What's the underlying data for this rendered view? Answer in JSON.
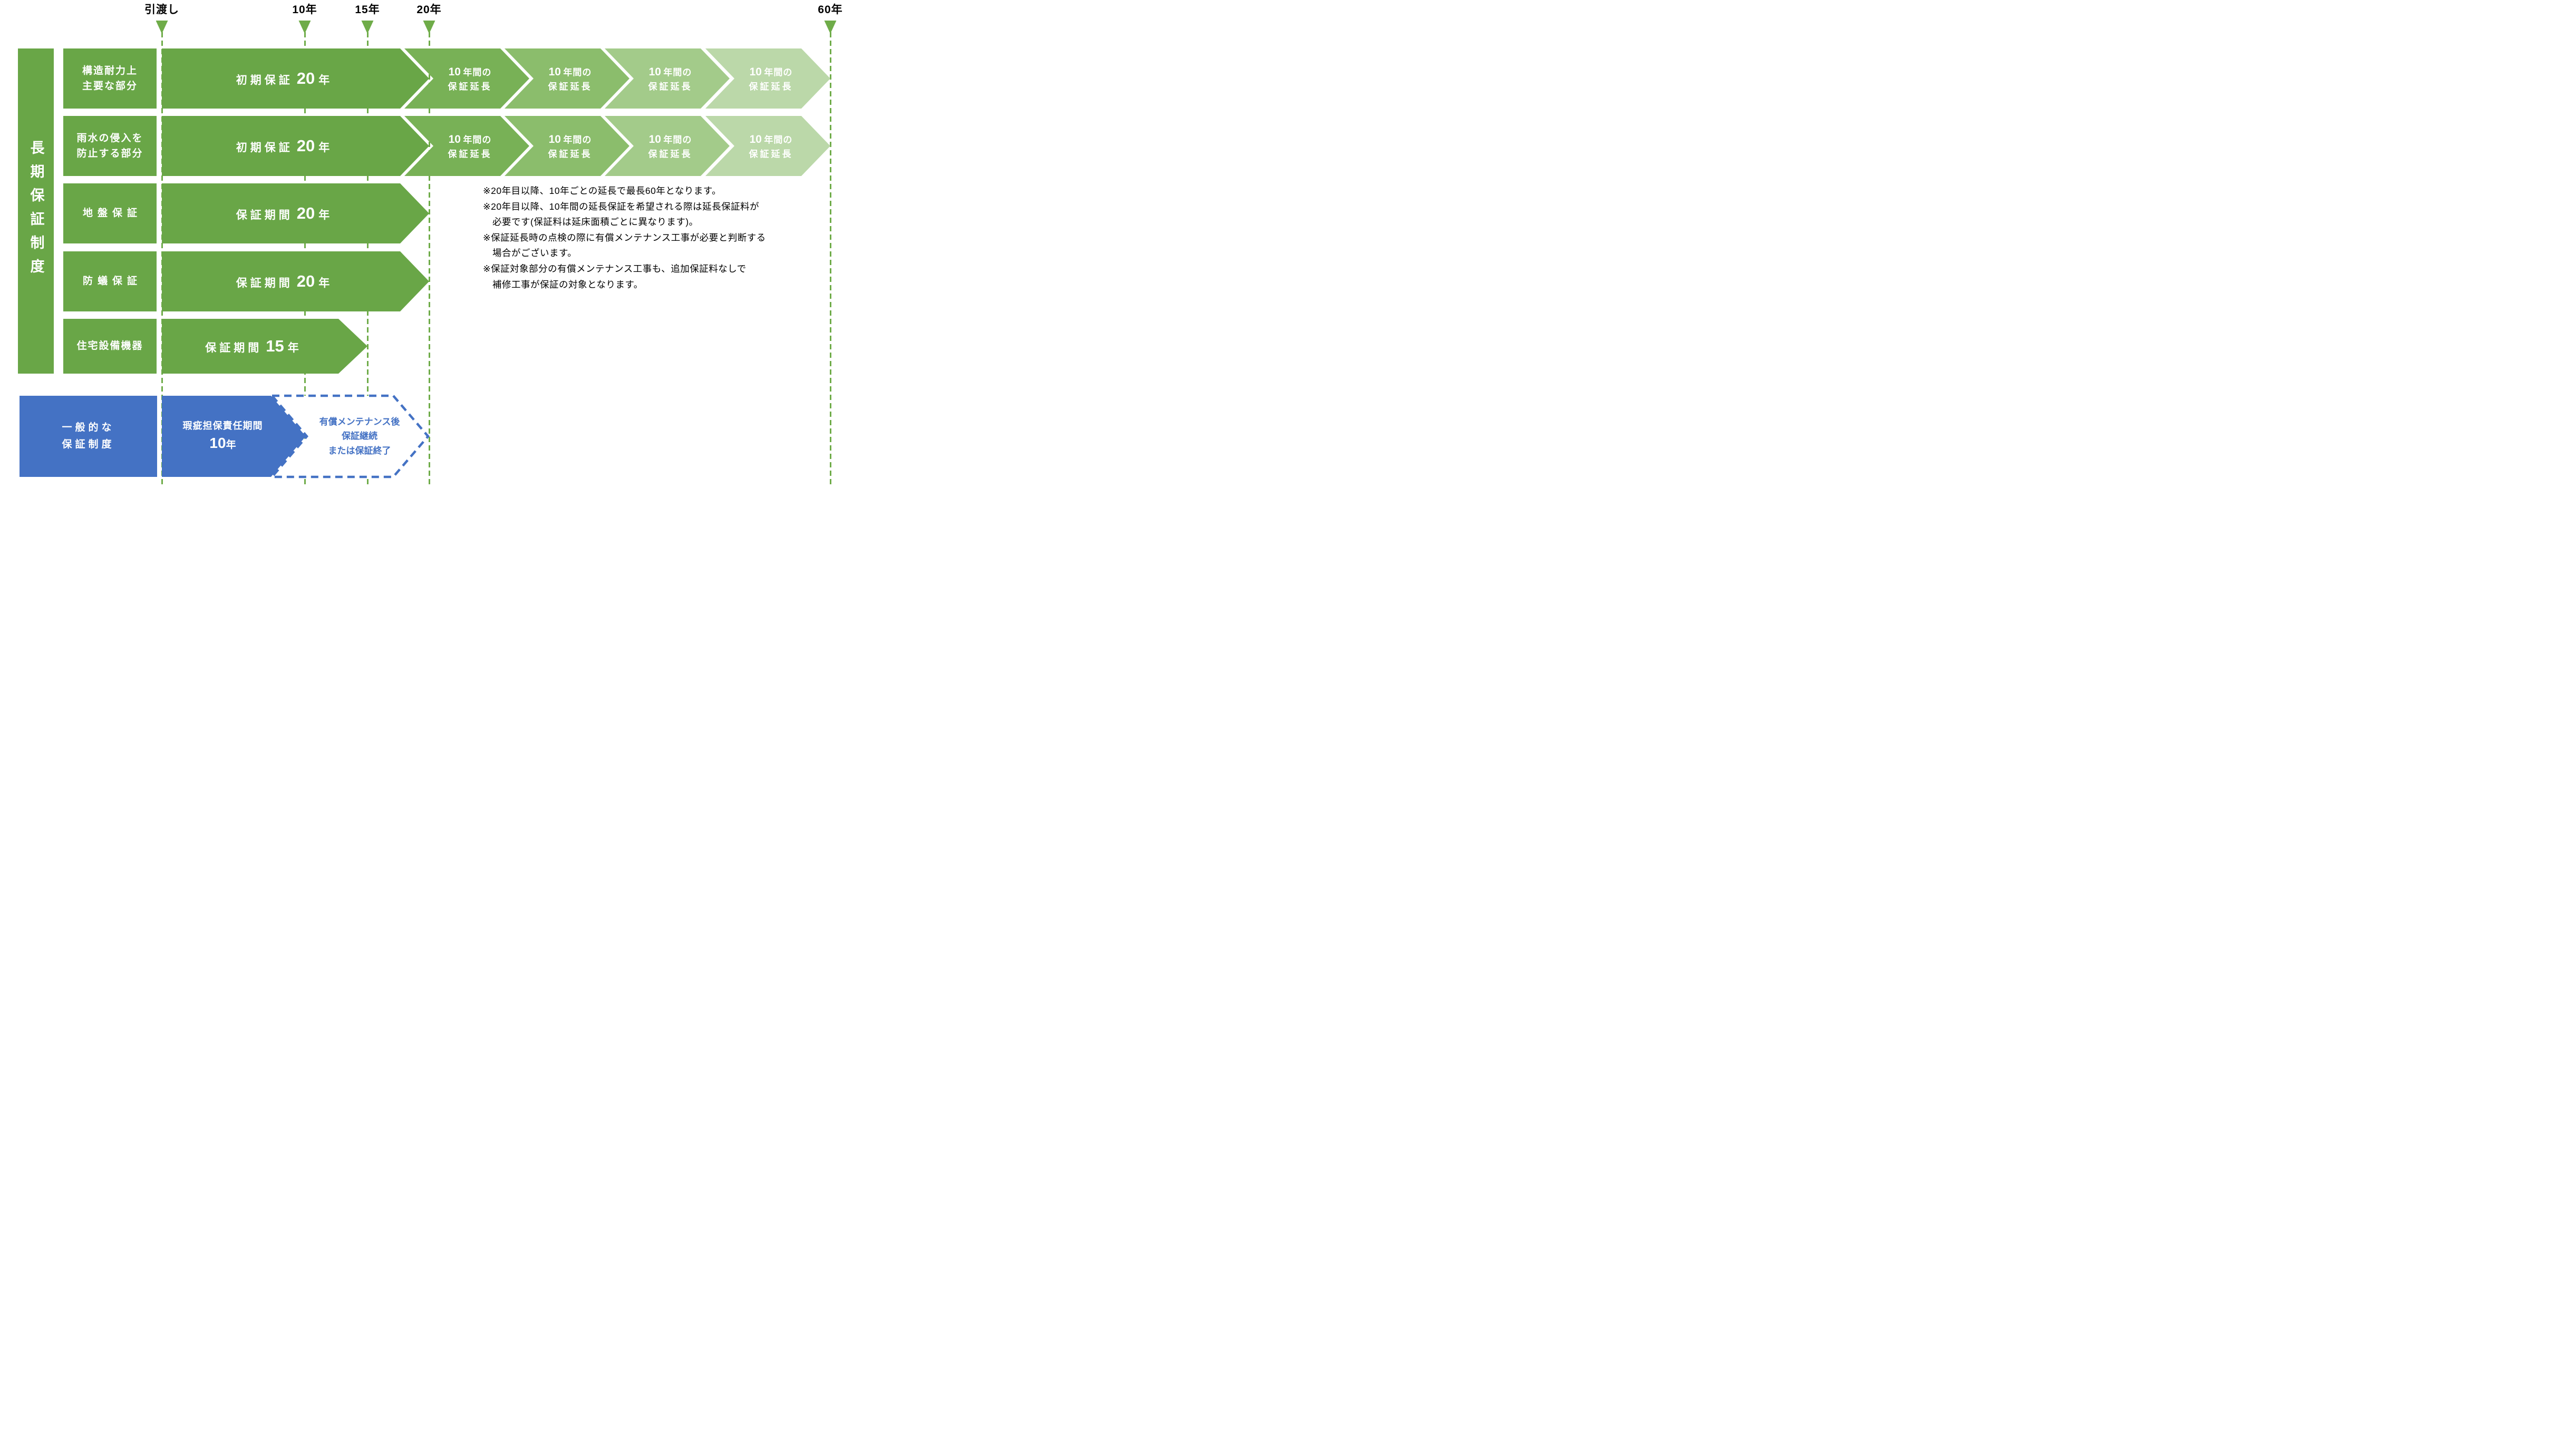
{
  "title": "長期保証制度タイムライン図",
  "colors": {
    "green": "#69a647",
    "chev1": "#78b156",
    "chev2": "#8bbd6c",
    "chev3": "#a3cb8a",
    "chev4": "#bbd8a9",
    "line": "#6fac49",
    "blue": "#4472c4"
  },
  "timeline": {
    "markers": [
      {
        "id": "handover",
        "label": "引渡し"
      },
      {
        "id": "year10",
        "label": "10年"
      },
      {
        "id": "year15",
        "label": "15年"
      },
      {
        "id": "year20",
        "label": "20年"
      },
      {
        "id": "year60",
        "label": "60年"
      }
    ]
  },
  "sidebar": {
    "title": "長期保証制度"
  },
  "rows": [
    {
      "label": "構造耐力上\n主要な部分",
      "arrow": {
        "prefix": "初期保証",
        "num": "20",
        "unit": "年"
      }
    },
    {
      "label": "雨水の侵入を\n防止する部分",
      "arrow": {
        "prefix": "初期保証",
        "num": "20",
        "unit": "年"
      }
    },
    {
      "label": "地盤保証",
      "arrow": {
        "prefix": "保証期間",
        "num": "20",
        "unit": "年"
      }
    },
    {
      "label": "防蟻保証",
      "arrow": {
        "prefix": "保証期間",
        "num": "20",
        "unit": "年"
      }
    },
    {
      "label": "住宅設備機器",
      "arrow": {
        "prefix": "保証期間",
        "num": "15",
        "unit": "年"
      }
    }
  ],
  "extension_badge": {
    "num": "10",
    "rest": "年間の",
    "line2": "保証延長"
  },
  "notes": [
    "※20年目以降、10年ごとの延長で最長60年となります。",
    "※20年目以降、10年間の延長保証を希望される際は延長保証料が",
    "　必要です(保証料は延床面積ごとに異なります)。",
    "※保証延長時の点検の際に有償メンテナンス工事が必要と判断する",
    "　場合がございます。",
    "※保証対象部分の有償メンテナンス工事も、追加保証料なしで",
    "　補修工事が保証の対象となります。"
  ],
  "general_row": {
    "label": "一般的な\n保証制度",
    "solid_arrow": {
      "line1": "瑕疵担保責任期間",
      "num": "10",
      "unit": "年"
    },
    "dashed_arrow": {
      "lines": "有償メンテナンス後\n保証継続\nまたは保証終了"
    }
  }
}
